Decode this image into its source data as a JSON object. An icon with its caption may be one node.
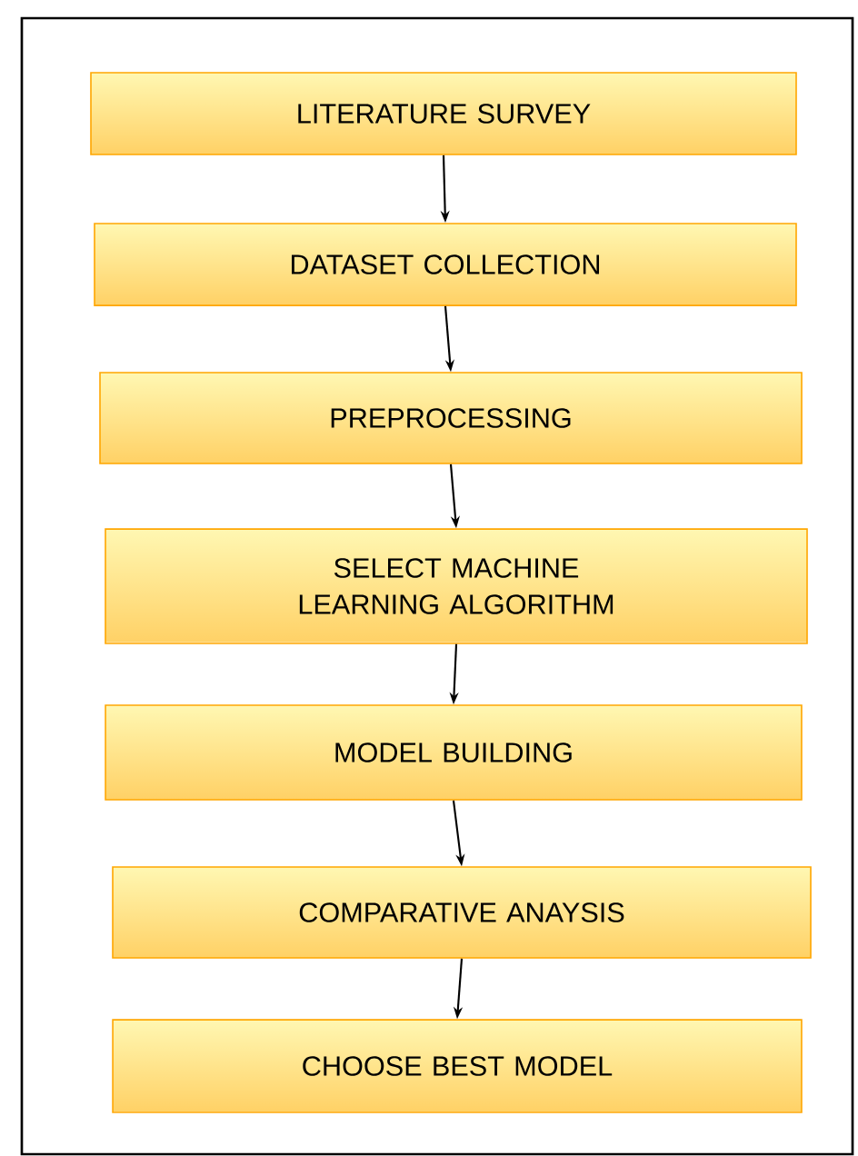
{
  "diagram": {
    "nodes": [
      {
        "text": [
          "LITERATURE SURVEY"
        ]
      },
      {
        "text": [
          "DATASET COLLECTION"
        ]
      },
      {
        "text": [
          "PREPROCESSING"
        ]
      },
      {
        "text": [
          "SELECT MACHINE LEARNING ALGORITHM"
        ]
      },
      {
        "text": [
          "MODEL BUILDING"
        ]
      },
      {
        "text": [
          "COMPARATIVE ANAYSIS"
        ]
      },
      {
        "text": [
          "CHOOSE BEST MODEL"
        ]
      }
    ],
    "edges": [
      {
        "from": 0,
        "to": 1,
        "arrow": "to"
      },
      {
        "from": 1,
        "to": 2,
        "arrow": "to"
      },
      {
        "from": 2,
        "to": 3,
        "arrow": "to"
      },
      {
        "from": 3,
        "to": 4,
        "arrow": "to"
      },
      {
        "from": 4,
        "to": 5,
        "arrow": "to"
      },
      {
        "from": 5,
        "to": 6,
        "arrow": "to"
      }
    ]
  }
}
